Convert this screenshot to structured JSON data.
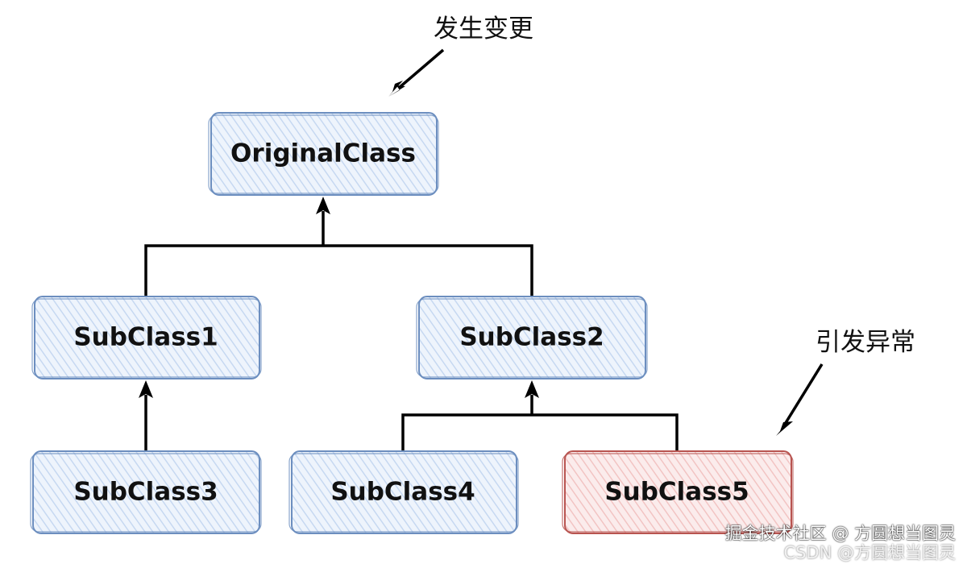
{
  "colors": {
    "node_stroke": "#6c8ebf",
    "node_fill": "#dae8fc",
    "highlight_stroke": "#b85450",
    "highlight_fill": "#f8cecc",
    "edge": "#000000"
  },
  "nodes": {
    "original": {
      "label": "OriginalClass"
    },
    "sub1": {
      "label": "SubClass1"
    },
    "sub2": {
      "label": "SubClass2"
    },
    "sub3": {
      "label": "SubClass3"
    },
    "sub4": {
      "label": "SubClass4"
    },
    "sub5": {
      "label": "SubClass5"
    }
  },
  "edges": [
    {
      "from": "SubClass1",
      "to": "OriginalClass"
    },
    {
      "from": "SubClass2",
      "to": "OriginalClass"
    },
    {
      "from": "SubClass3",
      "to": "SubClass1"
    },
    {
      "from": "SubClass4",
      "to": "SubClass2"
    },
    {
      "from": "SubClass5",
      "to": "SubClass2"
    }
  ],
  "annotations": {
    "change": "发生变更",
    "error": "引发异常"
  },
  "watermark": {
    "line1": "掘金技术社区 @ 方圆想当图灵",
    "line2": "CSDN @方圆想当图灵"
  }
}
